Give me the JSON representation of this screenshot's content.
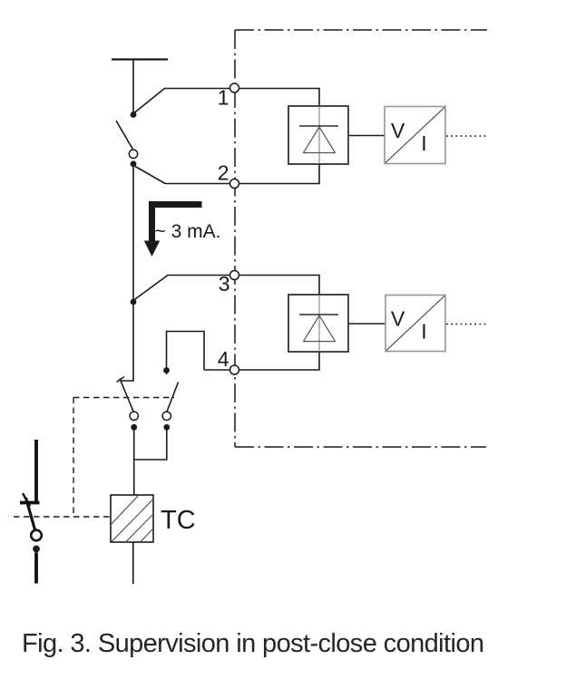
{
  "figure": {
    "type": "circuit-diagram",
    "caption": "Fig. 3. Supervision in post-close condition",
    "labels": {
      "current": "~ 3 mA.",
      "trip_coil": "TC",
      "converter_v": "V",
      "converter_i": "I"
    },
    "terminals": [
      "1",
      "2",
      "3",
      "4"
    ],
    "icons": {
      "diode": "diode-icon",
      "current_arrow": "down-arrow-icon",
      "trip_coil_hatch": "hatched-box-icon"
    },
    "colors": {
      "line": "#1a1a1a",
      "converter_border": "#9a9a9a",
      "diode_detail": "#555555",
      "caption_text": "#26262a",
      "background": "#ffffff"
    }
  }
}
